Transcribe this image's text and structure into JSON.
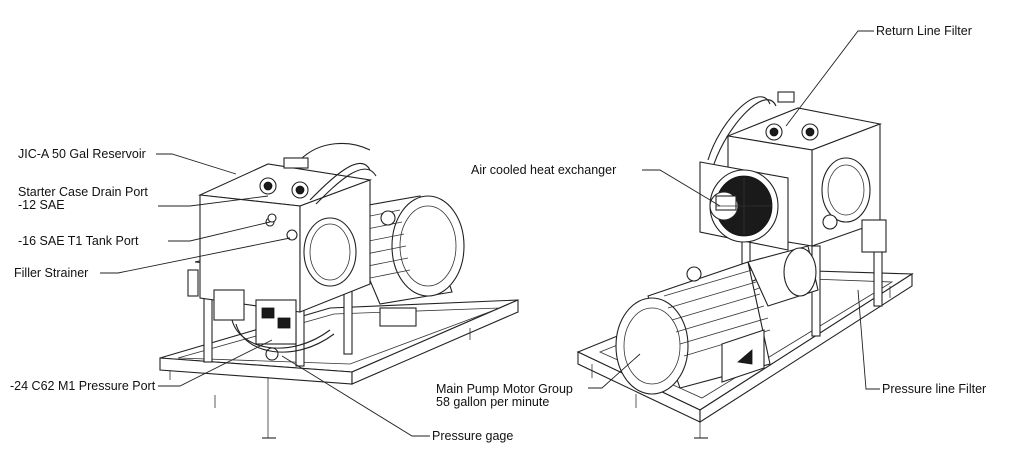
{
  "callouts": {
    "reservoir": "JIC-A 50 Gal Reservoir",
    "starter_case_line1": "Starter Case Drain Port",
    "starter_case_line2": "-12 SAE",
    "tank_port": "-16 SAE T1 Tank Port",
    "filler_strainer": "Filler Strainer",
    "pressure_port": "-24 C62 M1 Pressure Port",
    "pressure_gage": "Pressure gage",
    "return_line_filter": "Return Line Filter",
    "heat_exchanger": "Air cooled heat exchanger",
    "main_pump_line1": "Main Pump Motor Group",
    "main_pump_line2": "58 gallon per minute",
    "pressure_line_filter": "Pressure line Filter"
  }
}
